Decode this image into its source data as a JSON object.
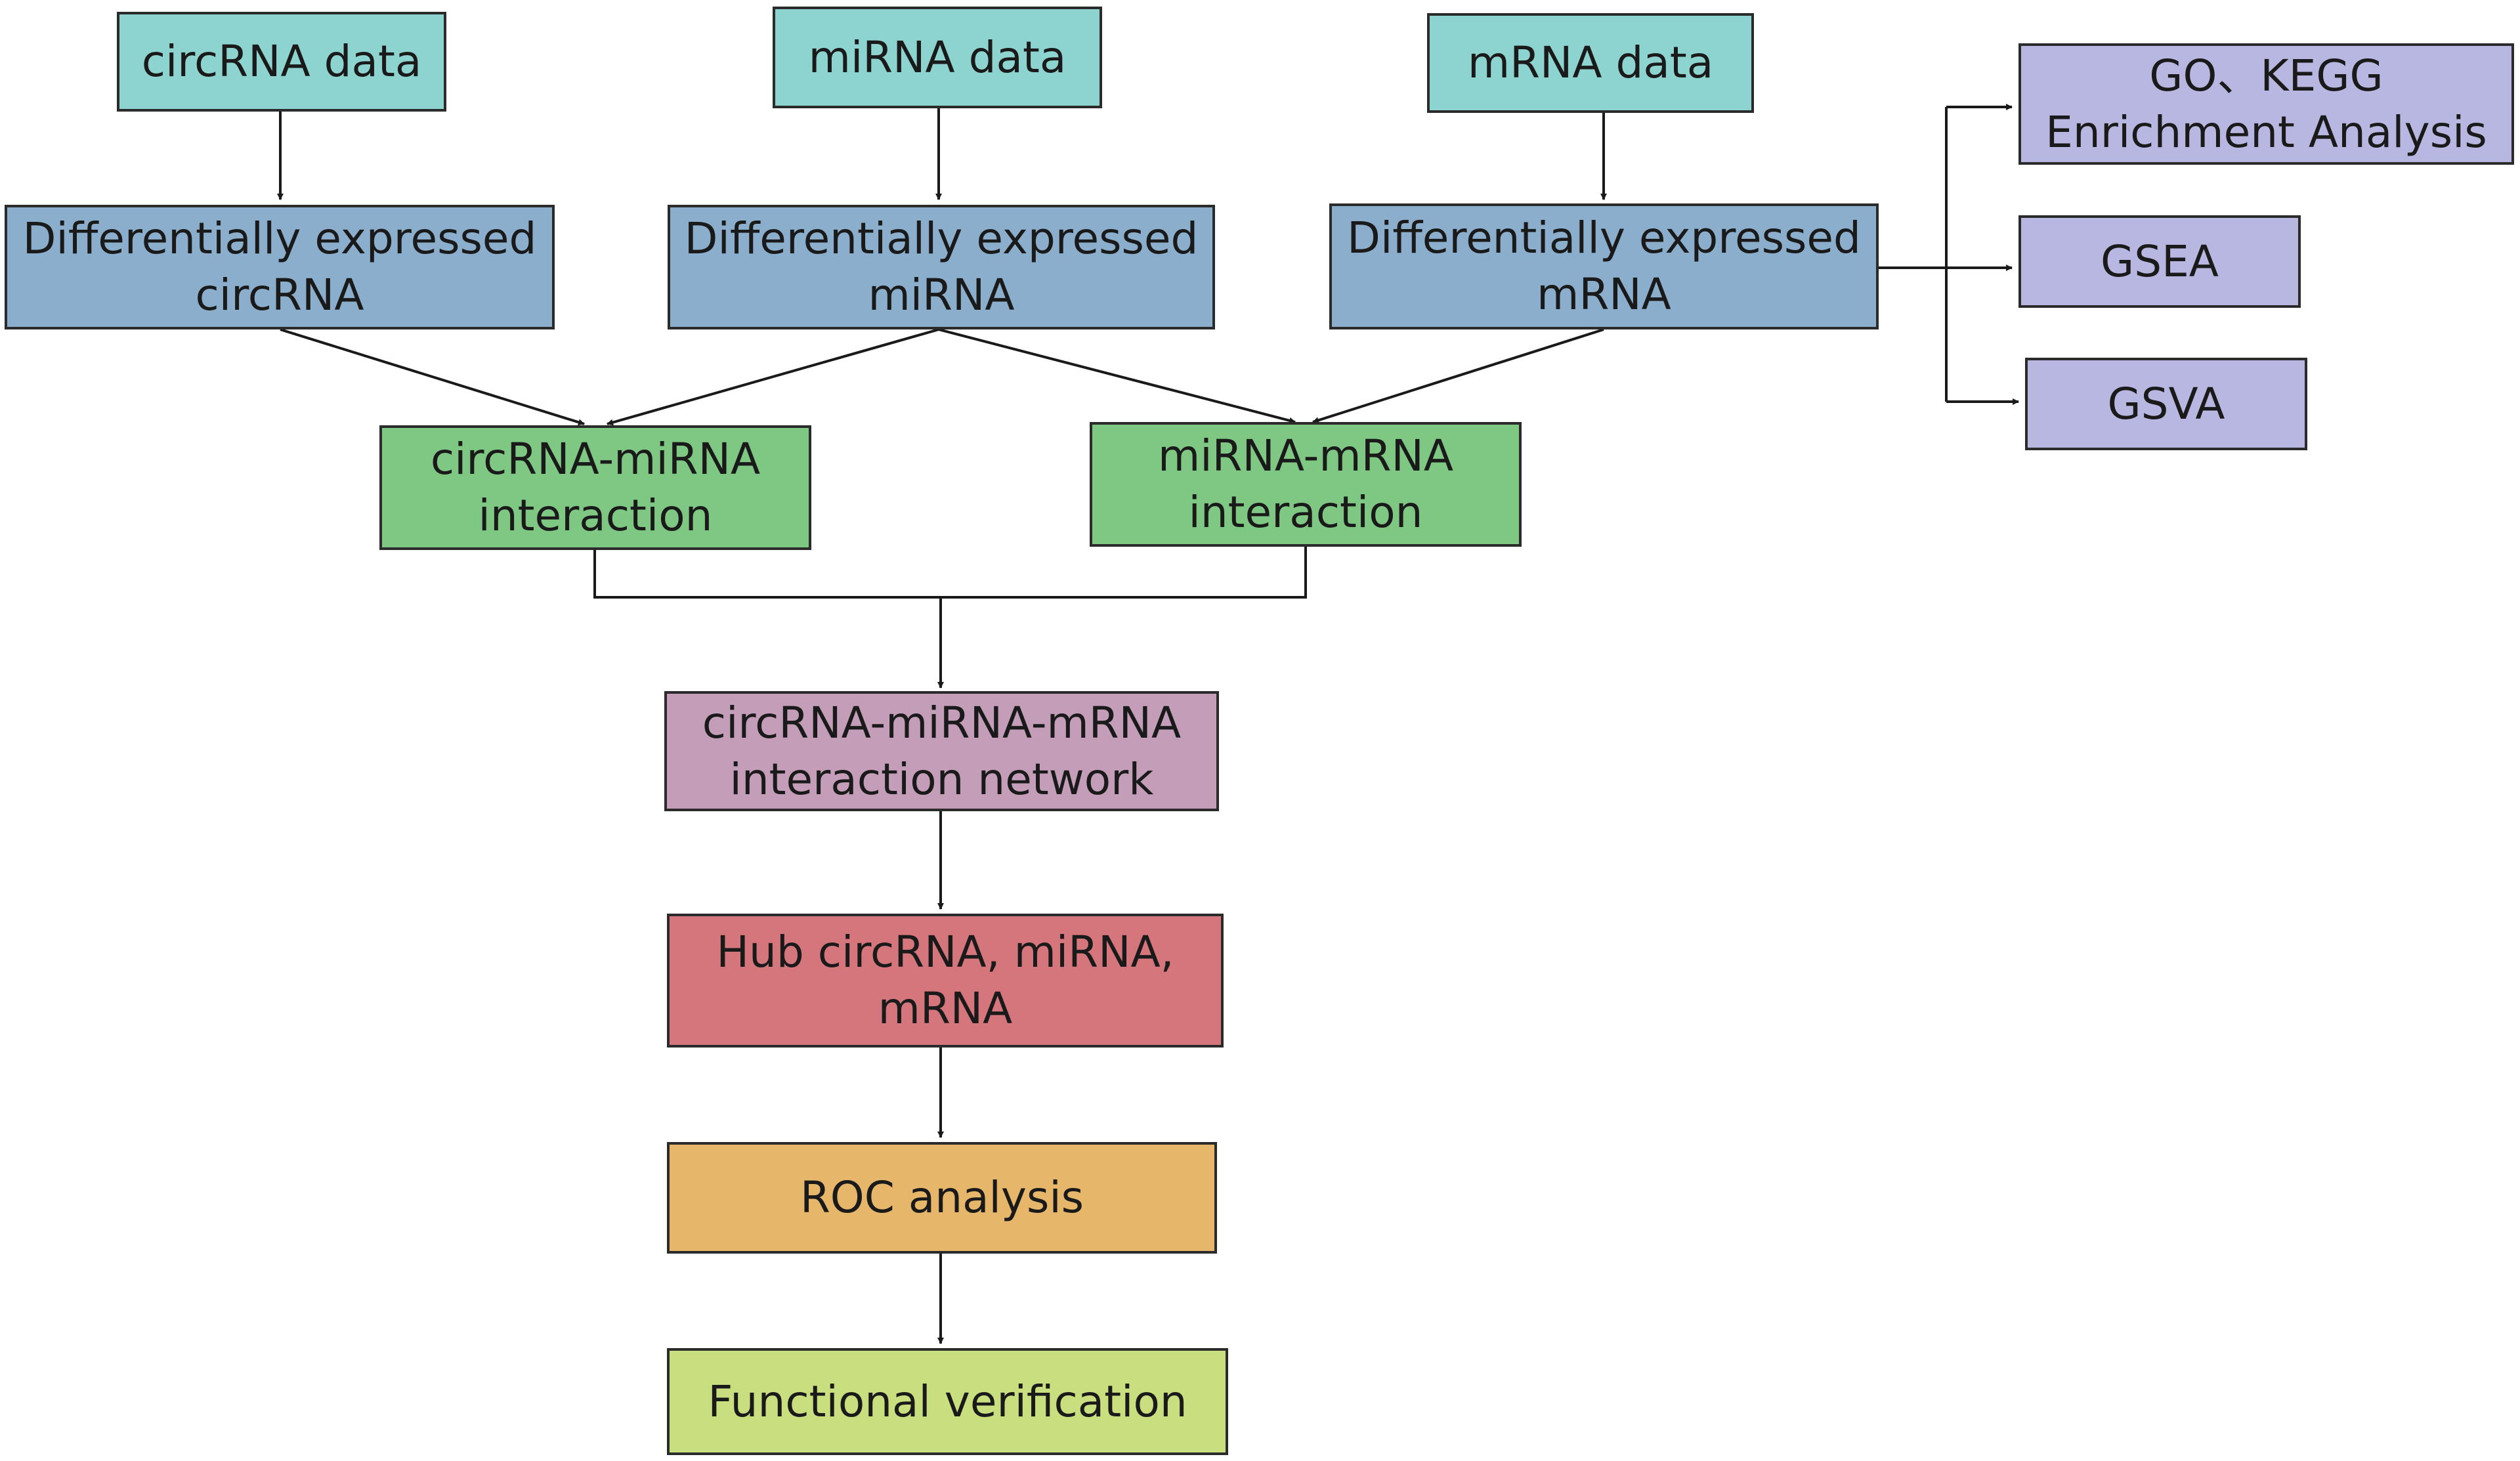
{
  "colors": {
    "data": "#8dd3d0",
    "de": "#8aaecb",
    "interaction": "#7ec884",
    "network": "#c49db9",
    "hub": "#d4767c",
    "roc": "#e6b66a",
    "functional": "#c9de7e",
    "enrichment": "#b8b7e2",
    "line": "#1a1a1a"
  },
  "nodes": {
    "circrna_data": "circRNA data",
    "mirna_data": "miRNA data",
    "mrna_data": "mRNA data",
    "de_circrna": "Differentially expressed\ncircRNA",
    "de_mirna": "Differentially expressed\nmiRNA",
    "de_mrna": "Differentially expressed\nmRNA",
    "go_kegg": "GO、KEGG\nEnrichment Analysis",
    "gsea": "GSEA",
    "gsva": "GSVA",
    "circ_mirna": "circRNA-miRNA\ninteraction",
    "mirna_mrna": "miRNA-mRNA\ninteraction",
    "network": "circRNA-miRNA-mRNA\ninteraction network",
    "hub": "Hub circRNA, miRNA, mRNA",
    "roc": "ROC analysis",
    "functional": "Functional verification"
  }
}
